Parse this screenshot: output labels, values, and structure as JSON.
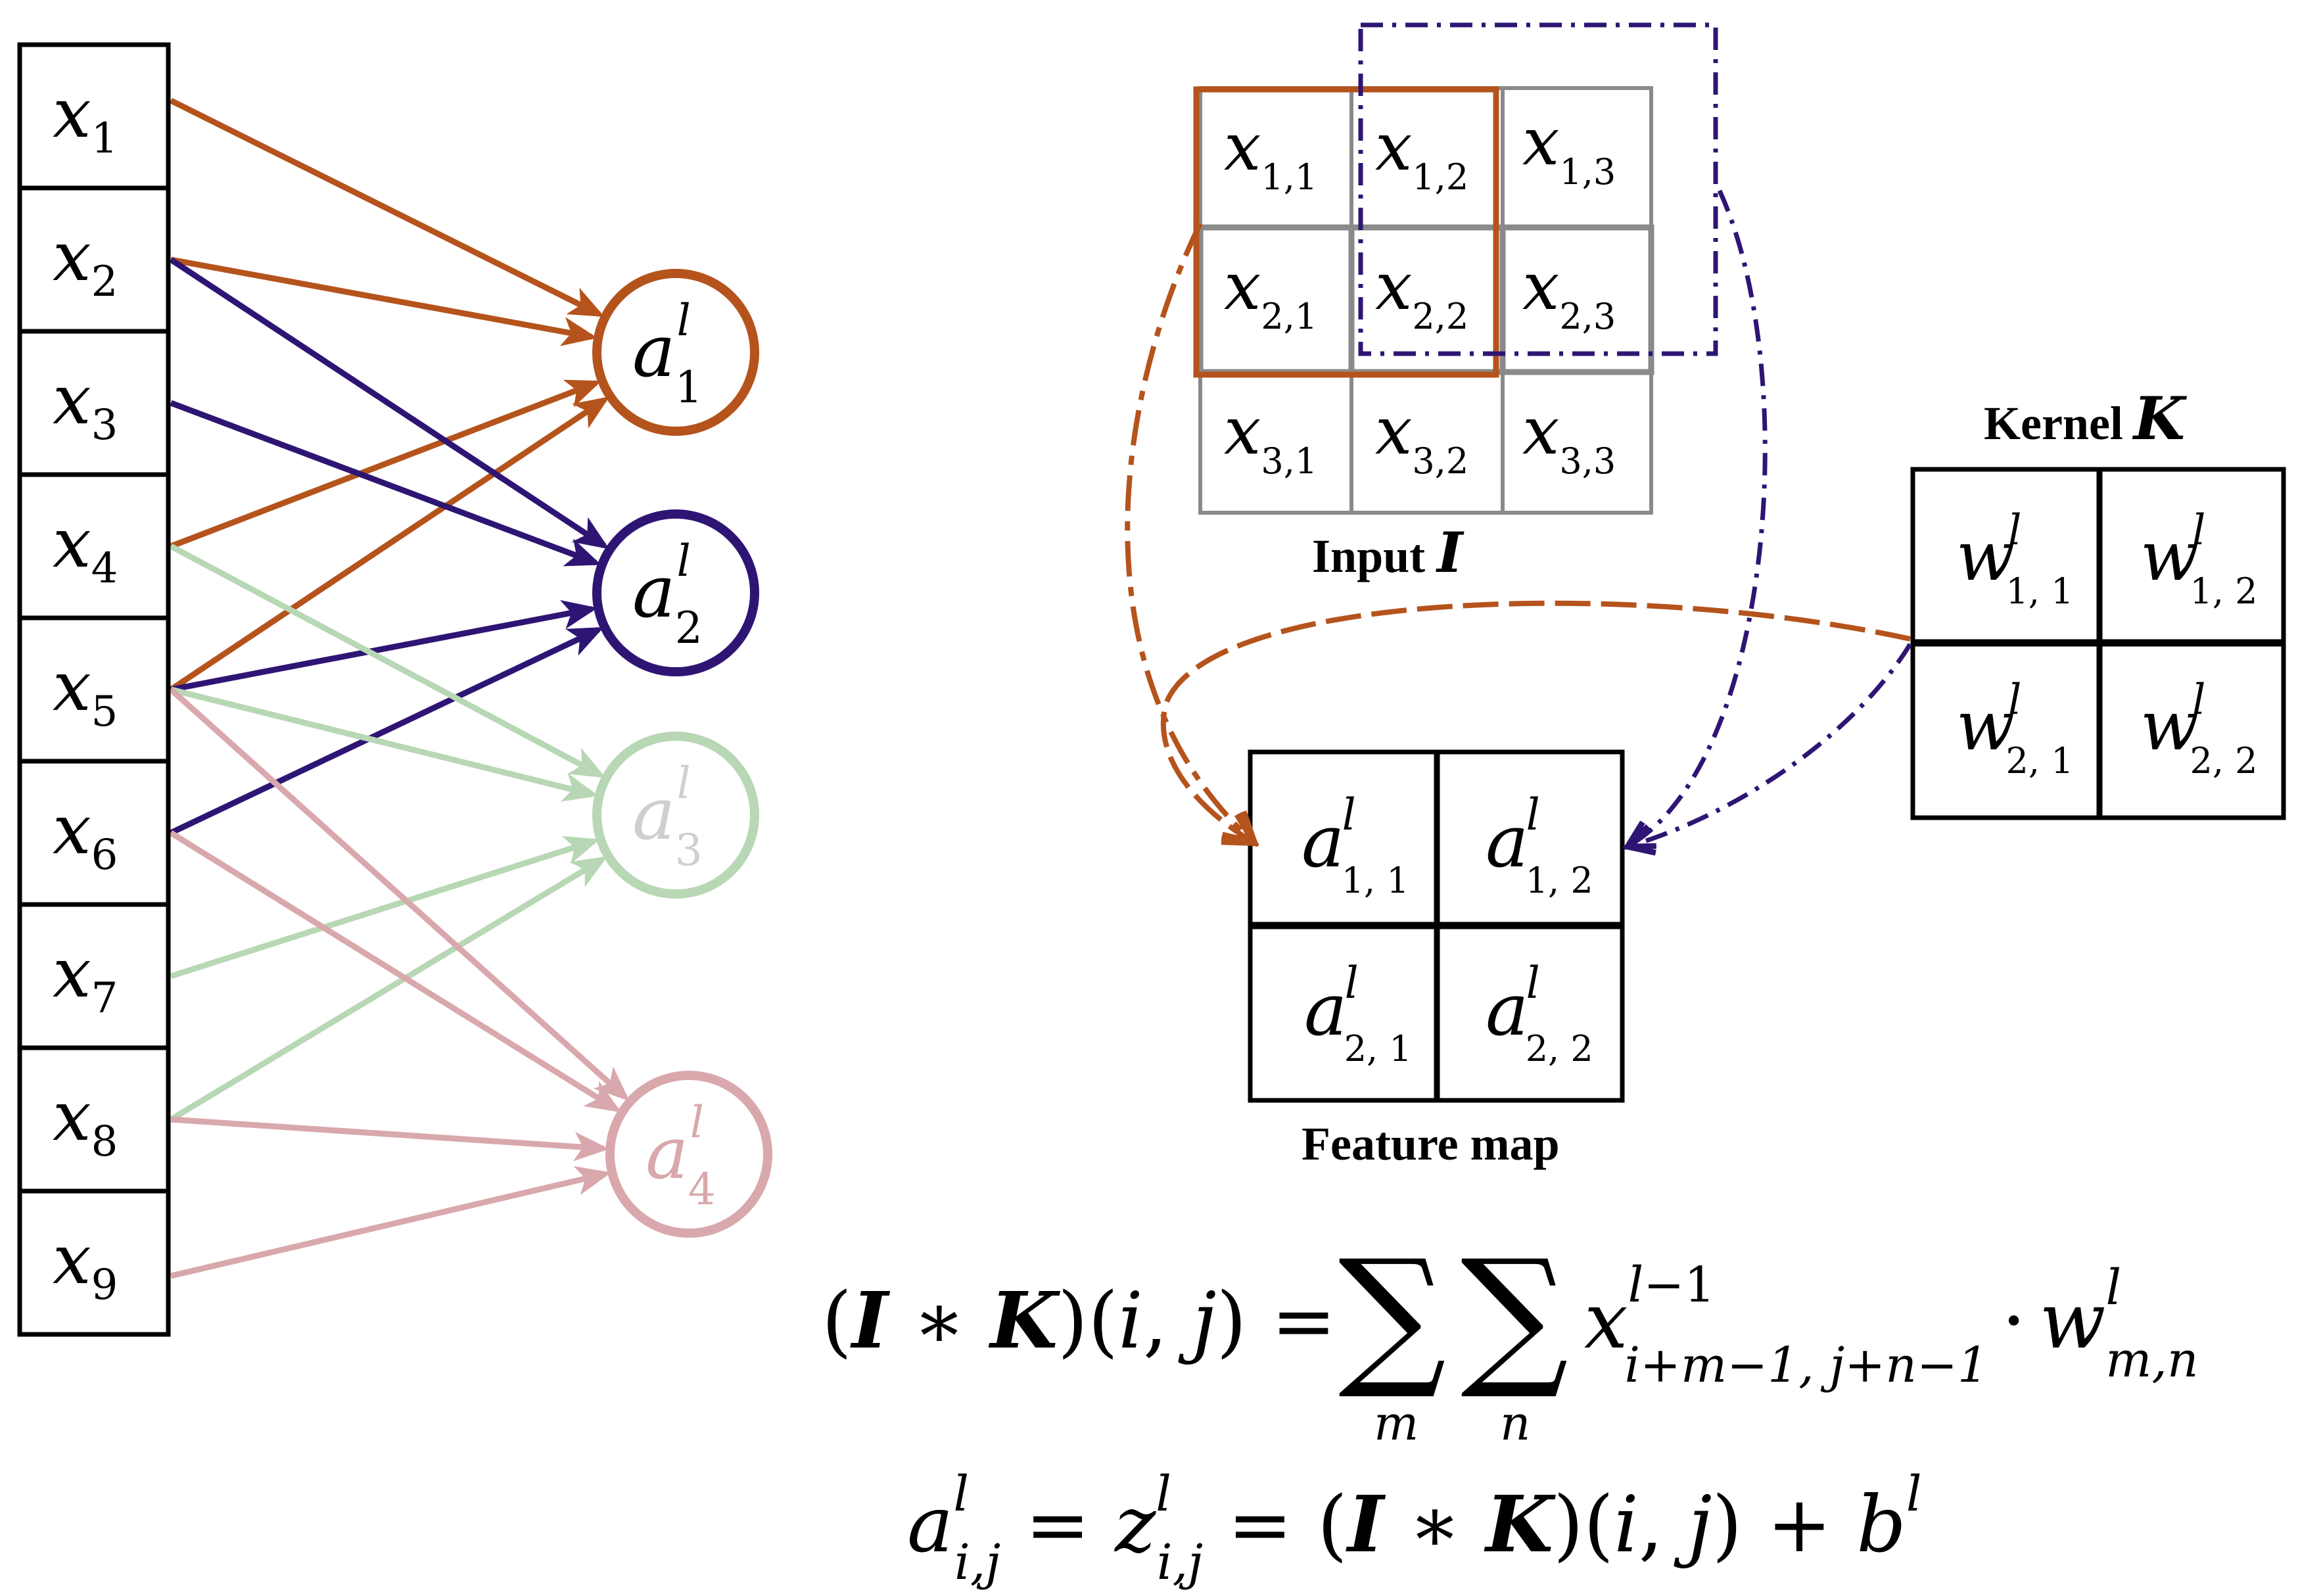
{
  "colors": {
    "orange": "#B5531C",
    "purple": "#2E1574",
    "green_faded": "#B8D7B4",
    "green_text": "#CFCFCF",
    "pink_faded": "#D9A8AC",
    "grid_gray": "#8A8A8A",
    "black": "#000000"
  },
  "inputs": [
    {
      "base": "x",
      "sub": "1"
    },
    {
      "base": "x",
      "sub": "2"
    },
    {
      "base": "x",
      "sub": "3"
    },
    {
      "base": "x",
      "sub": "4"
    },
    {
      "base": "x",
      "sub": "5"
    },
    {
      "base": "x",
      "sub": "6"
    },
    {
      "base": "x",
      "sub": "7"
    },
    {
      "base": "x",
      "sub": "8"
    },
    {
      "base": "x",
      "sub": "9"
    }
  ],
  "neurons": [
    {
      "base": "a",
      "sup": "l",
      "sub": "1",
      "color": "orange"
    },
    {
      "base": "a",
      "sup": "l",
      "sub": "2",
      "color": "purple"
    },
    {
      "base": "a",
      "sup": "l",
      "sub": "3",
      "color": "green_faded"
    },
    {
      "base": "a",
      "sup": "l",
      "sub": "4",
      "color": "pink_faded"
    }
  ],
  "connections": [
    {
      "from": 1,
      "to": 1,
      "color": "orange"
    },
    {
      "from": 2,
      "to": 1,
      "color": "orange"
    },
    {
      "from": 4,
      "to": 1,
      "color": "orange"
    },
    {
      "from": 5,
      "to": 1,
      "color": "orange"
    },
    {
      "from": 2,
      "to": 2,
      "color": "purple"
    },
    {
      "from": 3,
      "to": 2,
      "color": "purple"
    },
    {
      "from": 5,
      "to": 2,
      "color": "purple"
    },
    {
      "from": 6,
      "to": 2,
      "color": "purple"
    },
    {
      "from": 4,
      "to": 3,
      "color": "green_faded"
    },
    {
      "from": 5,
      "to": 3,
      "color": "green_faded"
    },
    {
      "from": 7,
      "to": 3,
      "color": "green_faded"
    },
    {
      "from": 8,
      "to": 3,
      "color": "green_faded"
    },
    {
      "from": 5,
      "to": 4,
      "color": "pink_faded"
    },
    {
      "from": 6,
      "to": 4,
      "color": "pink_faded"
    },
    {
      "from": 8,
      "to": 4,
      "color": "pink_faded"
    },
    {
      "from": 9,
      "to": 4,
      "color": "pink_faded"
    }
  ],
  "input_grid": {
    "caption": "Input",
    "caption_symbol": "I",
    "cells": [
      [
        "1,1",
        "1,2",
        "1,3"
      ],
      [
        "2,1",
        "2,2",
        "2,3"
      ],
      [
        "3,1",
        "3,2",
        "3,3"
      ]
    ]
  },
  "kernel": {
    "caption": "Kernel",
    "caption_symbol": "K",
    "cells": [
      [
        "1, 1",
        "1, 2"
      ],
      [
        "2, 1",
        "2, 2"
      ]
    ]
  },
  "feature_map": {
    "caption": "Feature map",
    "cells": [
      [
        "1, 1",
        "1, 2"
      ],
      [
        "2, 1",
        "2, 2"
      ]
    ]
  },
  "equations": {
    "conv_lhs": "(I ∗ K)(i, j) = ",
    "conv_rhs": "x^{l−1}_{i+m−1, j+n−1} · w^{l}_{m,n}",
    "activation": "a^{l}_{i,j} = z^{l}_{i,j} = (I ∗ K)(i, j) + b^{l}"
  }
}
